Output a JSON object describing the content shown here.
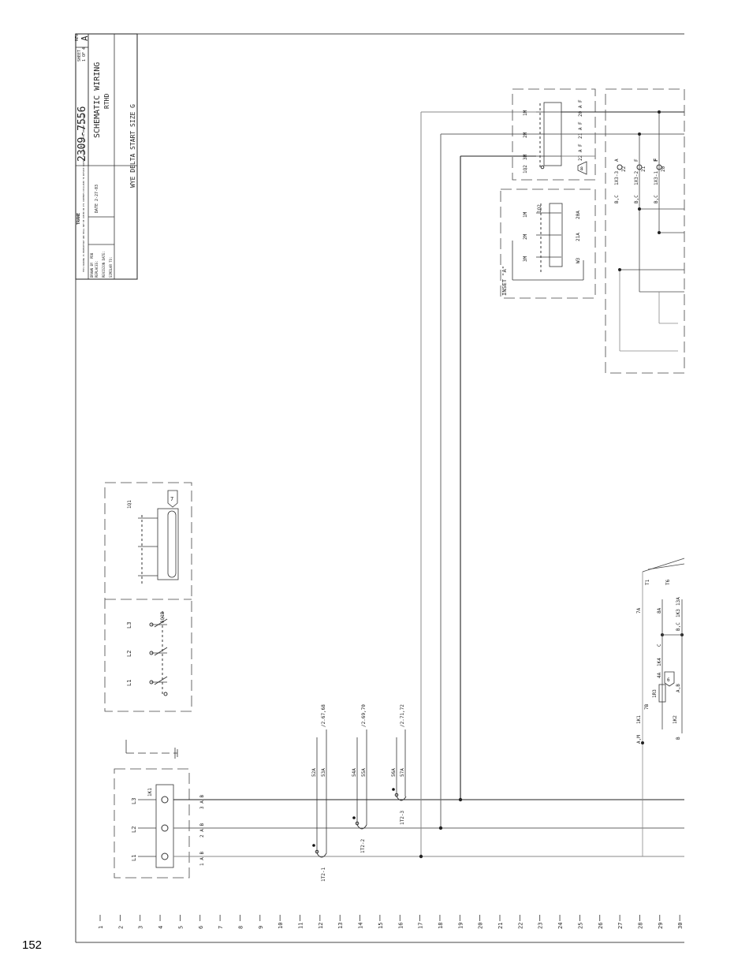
{
  "page": {
    "number": "152"
  },
  "title_block": {
    "drawing_number": "2309-7556",
    "title": "SCHEMATIC WIRING",
    "subtitle": "RTHD",
    "description": "WYE DELTA START SIZE G",
    "rev_label": "REV",
    "rev": "A",
    "sheet_label": "SHEET",
    "sheet": "1 OF 4",
    "company": "TRANE",
    "notice": "THIS DRAWING IS PROPRIETARY AND SHALL NOT BE COPIED OR ITS CONTENTS DISCLOSED TO OUTSIDE PARTIES WITHOUT THE WRITTEN CONSENT OF TRANE",
    "drawn_by_label": "DRAWN BY",
    "drawn_by": "PDB",
    "date_label": "DATE",
    "date": "2-27-03",
    "replaces_label": "REPLACES:",
    "revision_date_label": "REVISION DATE:",
    "similar_to_label": "SIMILAR TO:"
  },
  "line_numbers": [
    "1",
    "2",
    "3",
    "4",
    "5",
    "6",
    "7",
    "8",
    "9",
    "10",
    "11",
    "12",
    "13",
    "14",
    "15",
    "16",
    "17",
    "18",
    "19",
    "20",
    "21",
    "22",
    "23",
    "24",
    "25",
    "26",
    "27",
    "28",
    "29",
    "30"
  ],
  "disconnect": {
    "labels": [
      "L1",
      "L2",
      "L3"
    ],
    "device": "1Q1B",
    "breaker": "1Q1",
    "note_ref": "7"
  },
  "contactor_1k1": {
    "device": "1K1",
    "labels": [
      "L1",
      "L2",
      "L3"
    ],
    "phase_a": "1 A B",
    "phase_b": "2 A B",
    "phase_c": "3 A B"
  },
  "current_transformers": [
    {
      "name": "1T2-1",
      "wires": [
        "52A",
        "53A"
      ],
      "ref": "/2.67,68"
    },
    {
      "name": "1T2-2",
      "wires": [
        "54A",
        "55A"
      ],
      "ref": "/2.69,70"
    },
    {
      "name": "1T2-3",
      "wires": [
        "56A",
        "57A"
      ],
      "ref": "/2.71,72"
    }
  ],
  "starter_box": {
    "device": "1Q2",
    "contacts": [
      "1M",
      "2M",
      "3M"
    ],
    "wires": [
      "20 A F",
      "21 A F",
      "22 A F"
    ],
    "note_ref": "8"
  },
  "inset": {
    "title": "INSET \"A\"",
    "device": "1Q2",
    "contacts": [
      "1M",
      "2M",
      "3M"
    ],
    "wires": [
      "20A",
      "21A",
      "W3"
    ]
  },
  "terminals": [
    {
      "name": "1X3-3",
      "pin": "A",
      "num": "22",
      "tag": "B,C"
    },
    {
      "name": "1X3-2",
      "pin": "F",
      "num": "21",
      "tag": "B,C"
    },
    {
      "name": "1X3-1",
      "pin": "F",
      "num": "20",
      "tag": "B,C"
    }
  ],
  "control": {
    "labels": [
      "T1",
      "T6",
      "7A",
      "8A",
      "B,C",
      "1K3",
      "13A",
      "C",
      "1K4",
      "4A",
      "1R3",
      "A,B",
      "7B",
      "A,M",
      "1K1",
      "1K2",
      "B"
    ],
    "note_ref": "6"
  }
}
